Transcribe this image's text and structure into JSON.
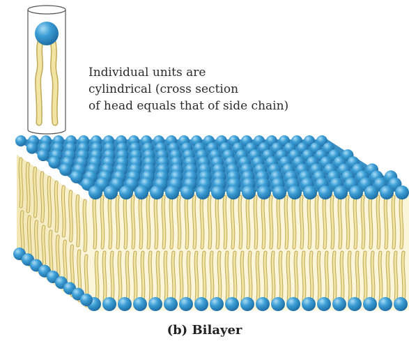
{
  "annotation": {
    "lines": [
      "Individual units are",
      "cylindrical (cross section",
      "of head equals that of side chain)"
    ]
  },
  "caption": "(b) Bilayer",
  "colors": {
    "head": "#3d9fd6",
    "head_highlight": "#a9dcf6",
    "head_shadow": "#1f6fa6",
    "tail": "#f2e4a2",
    "tail_outline": "#bfa95a",
    "slab_side": "#f7efc8",
    "slab_front": "#fbf5da"
  },
  "icons": [
    "phospholipid-unit-icon",
    "cylinder-outline-icon"
  ]
}
